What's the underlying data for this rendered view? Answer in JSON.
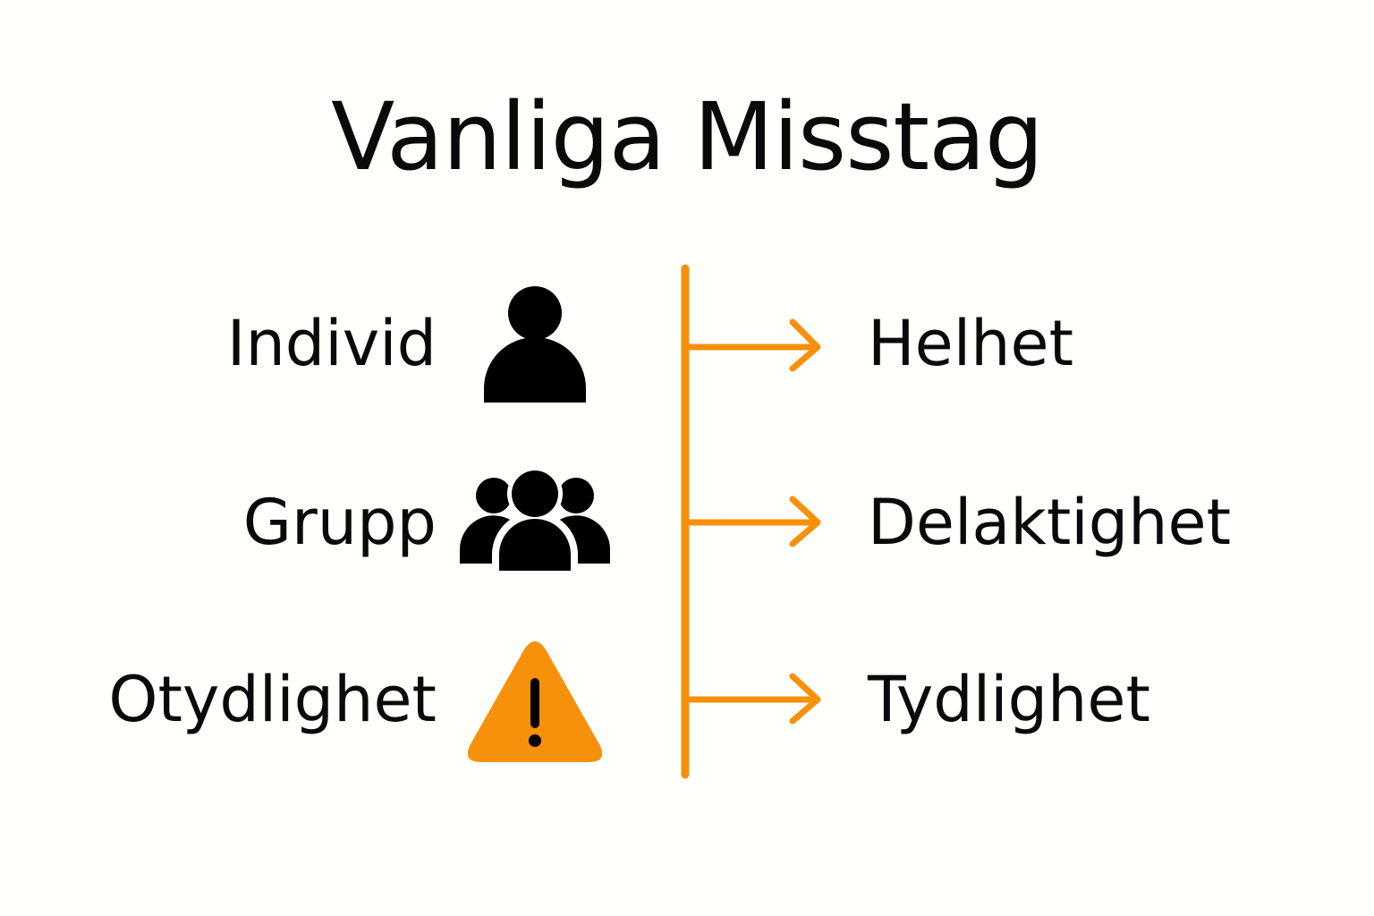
{
  "title": "Vanliga Misstag",
  "accent_color": "#f7900a",
  "icon_color": "#000000",
  "rows": [
    {
      "left_label": "Individ",
      "icon": "person-icon",
      "right_label": "Helhet"
    },
    {
      "left_label": "Grupp",
      "icon": "group-icon",
      "right_label": "Delaktighet"
    },
    {
      "left_label": "Otydlighet",
      "icon": "warning-icon",
      "right_label": "Tydlighet"
    }
  ]
}
